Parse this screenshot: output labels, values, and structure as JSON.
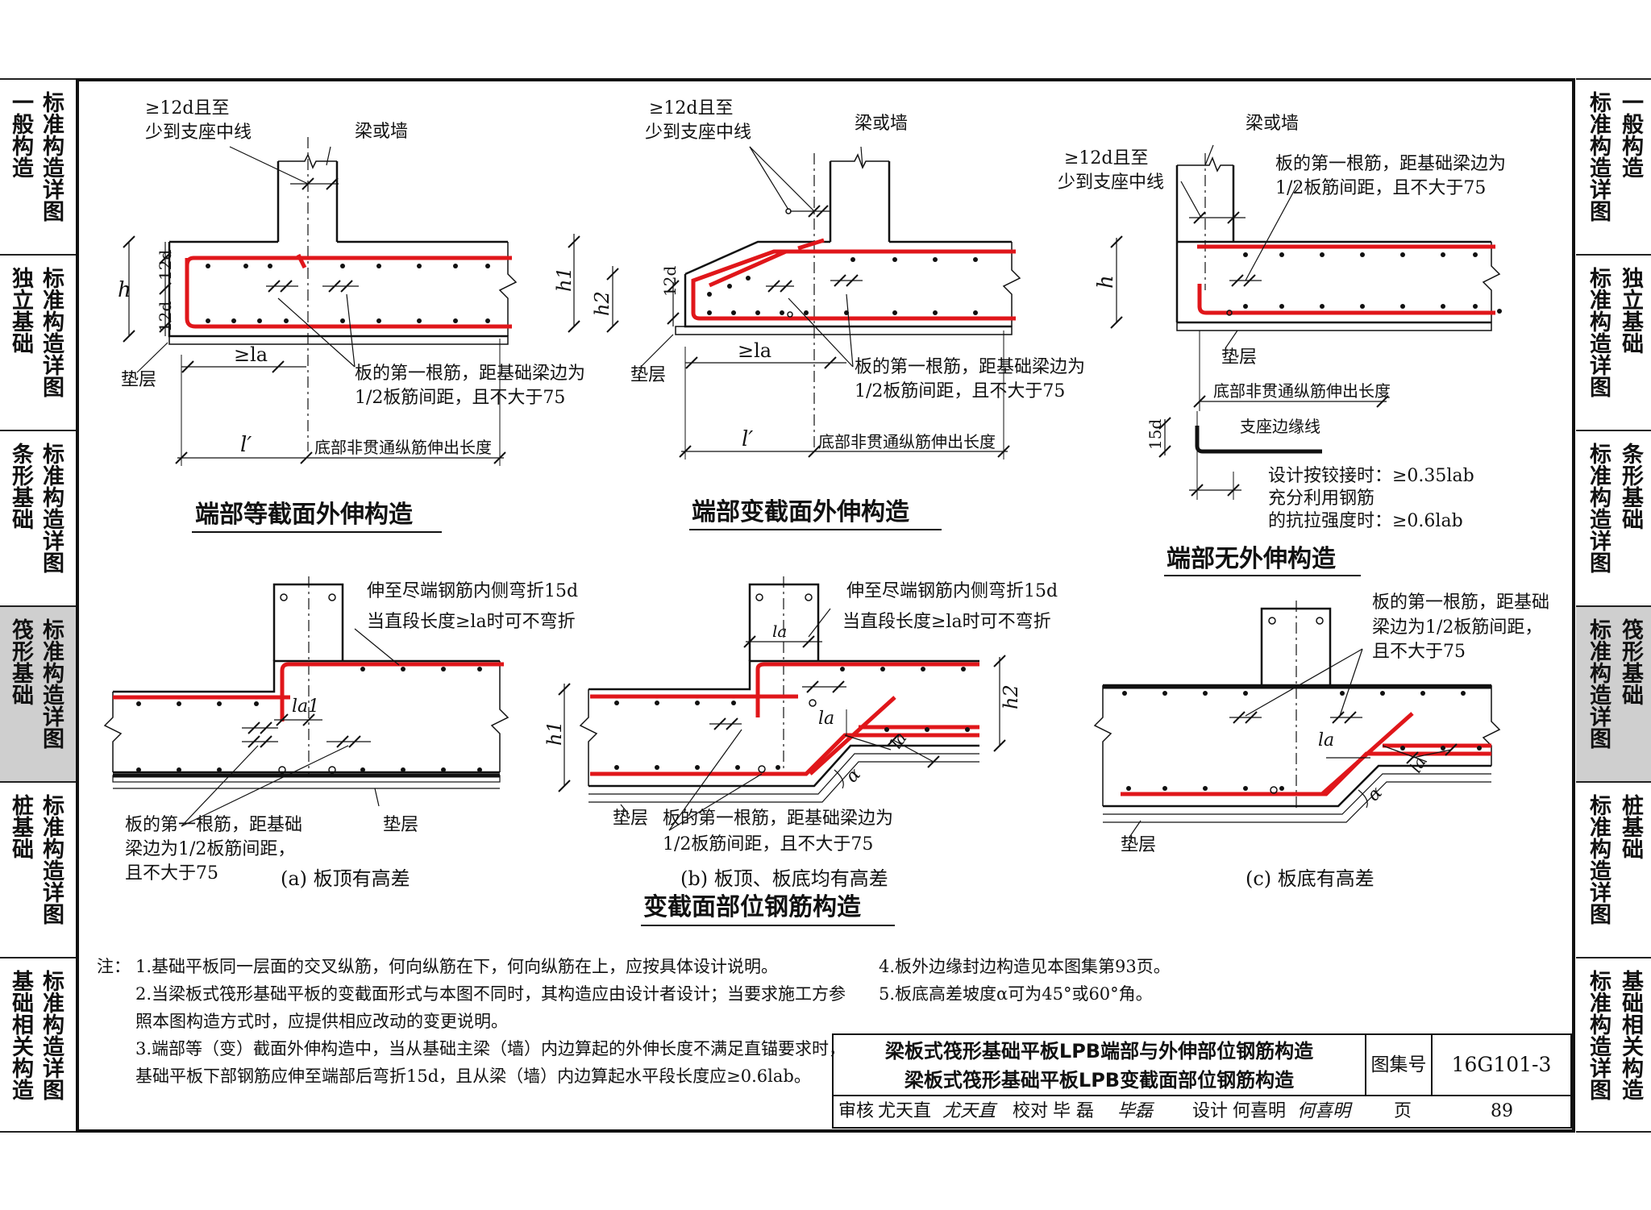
{
  "side_tabs_left": [
    {
      "col1": "一般构造",
      "col2": "标准构造详图"
    },
    {
      "col1": "独立基础",
      "col2": "标准构造详图"
    },
    {
      "col1": "条形基础",
      "col2": "标准构造详图"
    },
    {
      "col1": "筏形基础",
      "col2": "标准构造详图"
    },
    {
      "col1": "桩基础",
      "col2": "标准构造详图"
    },
    {
      "col1": "基础相关构造",
      "col2": "标准构造详图"
    }
  ],
  "side_tabs_right": [
    {
      "col1": "标准构造详图",
      "col2": "一般构造"
    },
    {
      "col1": "标准构造详图",
      "col2": "独立基础"
    },
    {
      "col1": "标准构造详图",
      "col2": "条形基础"
    },
    {
      "col1": "标准构造详图",
      "col2": "筏形基础"
    },
    {
      "col1": "标准构造详图",
      "col2": "桩基础"
    },
    {
      "col1": "标准构造详图",
      "col2": "基础相关构造"
    }
  ],
  "active_tab_index": 3,
  "colors": {
    "rebar": "#e0161a",
    "line": "#111111",
    "active_tab": "#cfcfcf"
  },
  "diagram1": {
    "title": "端部等截面外伸构造",
    "note_top_1": "≥12d且至",
    "note_top_2": "少到支座中线",
    "beam_label": "梁或墙",
    "h": "h",
    "d12_top": "12d",
    "d12_bot": "12d",
    "la": "≥la",
    "pad": "垫层",
    "first_bar_1": "板的第一根筋，距基础梁边为",
    "first_bar_2": "1/2板筋间距，且不大于75",
    "lprime": "l′",
    "ext_len": "底部非贯通纵筋伸出长度"
  },
  "diagram2": {
    "title": "端部变截面外伸构造",
    "note_top_1": "≥12d且至",
    "note_top_2": "少到支座中线",
    "beam_label": "梁或墙",
    "h1": "h1",
    "h2": "h2",
    "d12": "12d",
    "la": "≥la",
    "pad": "垫层",
    "first_bar_1": "板的第一根筋，距基础梁边为",
    "first_bar_2": "1/2板筋间距，且不大于75",
    "lprime": "l′",
    "ext_len": "底部非贯通纵筋伸出长度"
  },
  "diagram3": {
    "title": "端部无外伸构造",
    "beam_label": "梁或墙",
    "note_top_1": "≥12d且至",
    "note_top_2": "少到支座中线",
    "first_bar_1": "板的第一根筋，距基础梁边为",
    "first_bar_2": "1/2板筋间距，且不大于75",
    "h": "h",
    "pad": "垫层",
    "ext_len": "底部非贯通纵筋伸出长度",
    "d15": "15d",
    "support_line": "支座边缘线",
    "hinge_1": "设计按铰接时：≥0.35lab",
    "hinge_2": "充分利用钢筋",
    "hinge_3": "的抗拉强度时：≥0.6lab"
  },
  "section_a": {
    "note_1": "伸至尽端钢筋内侧弯折15d",
    "note_2": "当直段长度≥la时可不弯折",
    "la1": "la1",
    "first_bar_1": "板的第一根筋，距基础",
    "first_bar_2": "梁边为1/2板筋间距，",
    "first_bar_3": "且不大于75",
    "pad": "垫层",
    "caption": "(a)  板顶有高差"
  },
  "section_b": {
    "note_1": "伸至尽端钢筋内侧弯折15d",
    "note_2": "当直段长度≥la时可不弯折",
    "la_top": "la",
    "la_mid": "la",
    "la_slope": "la",
    "h1": "h1",
    "h2": "h2",
    "alpha": "α",
    "pad": "垫层",
    "first_bar_1": "板的第一根筋，距基础梁边为",
    "first_bar_2": "1/2板筋间距，且不大于75",
    "caption": "(b)  板顶、板底均有高差"
  },
  "section_c": {
    "first_bar_1": "板的第一根筋，距基础",
    "first_bar_2": "梁边为1/2板筋间距，",
    "first_bar_3": "且不大于75",
    "la_mid": "la",
    "la_slope": "la",
    "alpha": "α",
    "pad": "垫层",
    "caption": "(c)  板底有高差"
  },
  "group_title": "变截面部位钢筋构造",
  "notes": {
    "lead": "注：",
    "n1": "1.基础平板同一层面的交叉纵筋，何向纵筋在下，何向纵筋在上，应按具体设计说明。",
    "n2": "2.当梁板式筏形基础平板的变截面形式与本图不同时，其构造应由设计者设计；当要求施工方参照本图构造方式时，应提供相应改动的变更说明。",
    "n3": "3.端部等（变）截面外伸构造中，当从基础主梁（墙）内边算起的外伸长度不满足直锚要求时，基础平板下部钢筋应伸至端部后弯折15d，且从梁（墙）内边算起水平段长度应≥0.6lab。",
    "n4": "4.板外边缘封边构造见本图集第93页。",
    "n5": "5.板底高差坡度α可为45°或60°角。"
  },
  "title_block": {
    "title_1": "梁板式筏形基础平板LPB端部与外伸部位钢筋构造",
    "title_2": "梁板式筏形基础平板LPB变截面部位钢筋构造",
    "atlas_label": "图集号",
    "atlas_no": "16G101-3",
    "review_label": "审核",
    "review_name": "尤天直",
    "review_sig": "尤天直",
    "check_label": "校对",
    "check_name": "毕  磊",
    "check_sig": "毕磊",
    "design_label": "设计",
    "design_name": "何喜明",
    "design_sig": "何喜明",
    "page_label": "页",
    "page_no": "89"
  }
}
